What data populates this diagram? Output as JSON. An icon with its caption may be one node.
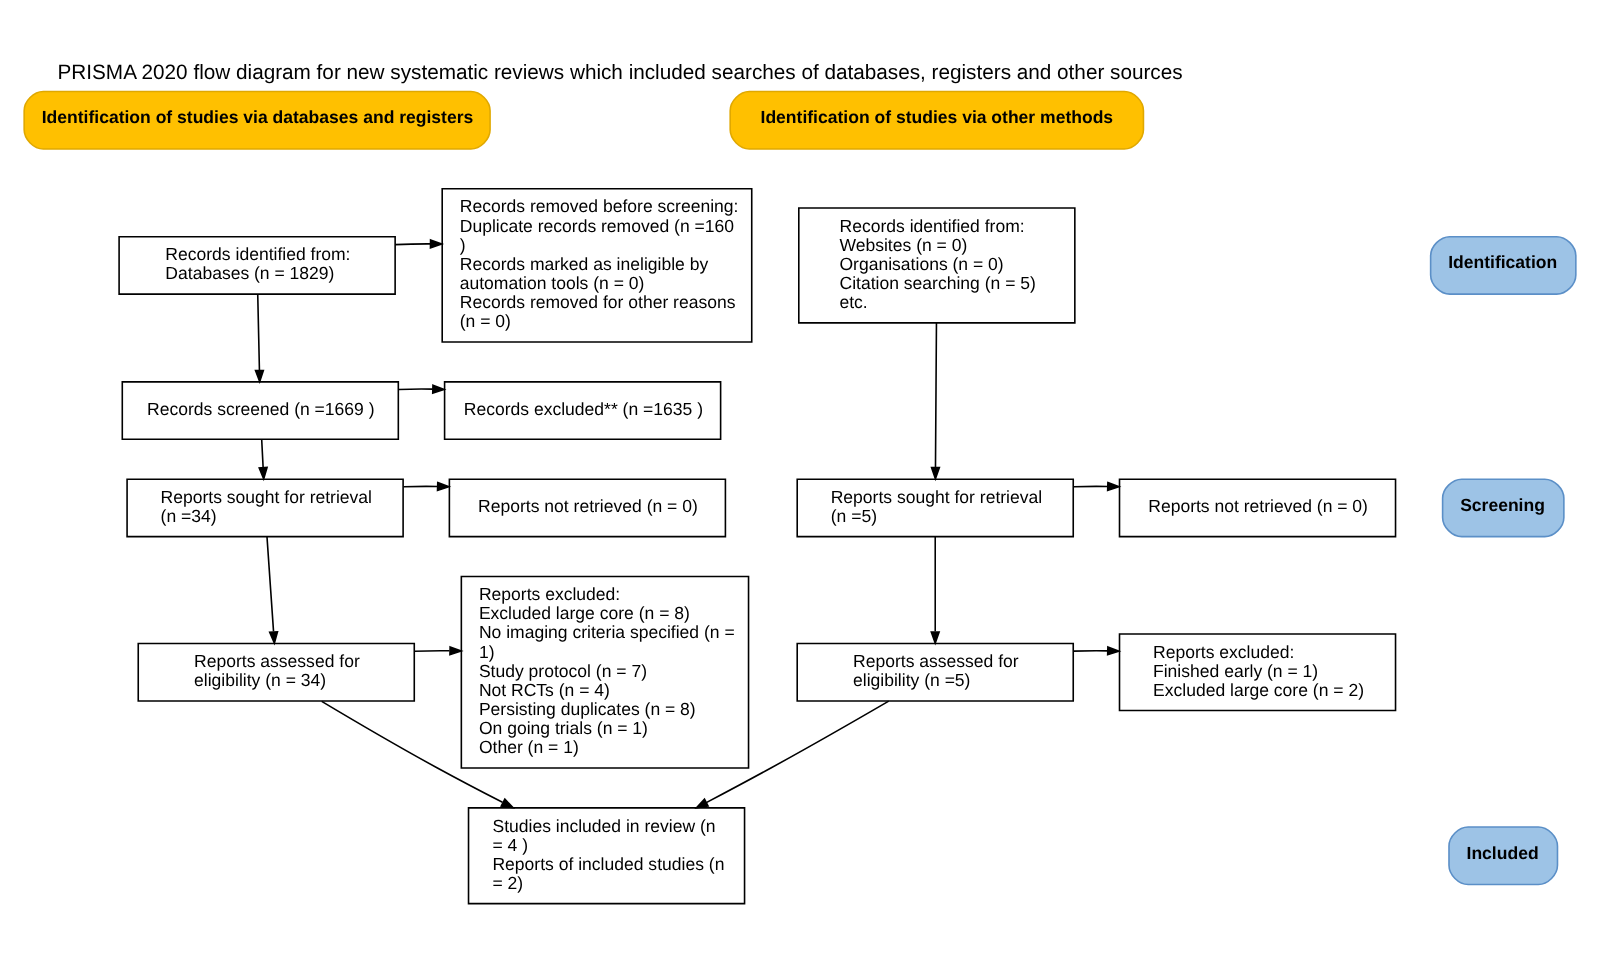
{
  "diagram": {
    "title": "PRISMA 2020 flow diagram for new systematic reviews which included searches of databases, registers and other sources",
    "nodes": [
      {
        "text": [
          "Identification of studies via databases and registers"
        ]
      },
      {
        "text": [
          "Identification of studies via other methods"
        ]
      },
      {
        "text": [
          "Identification"
        ]
      },
      {
        "text": [
          "Screening"
        ]
      },
      {
        "text": [
          "Included"
        ]
      },
      {
        "text": [
          "Records identified from:",
          "Databases (n = 1829)"
        ]
      },
      {
        "text": [
          "Records removed before screening:",
          "Duplicate records removed (n =160 )",
          "Records marked as ineligible by automation tools (n = 0)",
          "Records removed for other reasons (n = 0)"
        ]
      },
      {
        "text": [
          "Records identified from:",
          "Websites (n = 0)",
          "Organisations (n = 0)",
          "Citation searching (n = 5)",
          "etc."
        ]
      },
      {
        "text": [
          "Records screened (n =1669 )"
        ]
      },
      {
        "text": [
          "Records excluded** (n =1635 )"
        ]
      },
      {
        "text": [
          "Reports sought for retrieval (n =34)"
        ]
      },
      {
        "text": [
          "Reports not retrieved (n = 0)"
        ]
      },
      {
        "text": [
          "Reports sought for retrieval (n =5)"
        ]
      },
      {
        "text": [
          "Reports not retrieved (n = 0)"
        ]
      },
      {
        "text": [
          "Reports assessed for eligibility (n = 34)"
        ]
      },
      {
        "text": [
          "Reports excluded:",
          "Excluded large core (n = 8)",
          "No imaging criteria specified (n = 1)",
          "Study protocol (n = 7)",
          "Not RCTs (n = 4)",
          "Persisting duplicates (n = 8)",
          "On going trials (n = 1)",
          "Other (n = 1)"
        ]
      },
      {
        "text": [
          "Reports assessed for eligibility (n =5)"
        ]
      },
      {
        "text": [
          "Reports excluded:",
          "Finished early (n = 1)",
          "Excluded large core (n = 2)"
        ]
      },
      {
        "text": [
          "Studies included in review (n = 4 )",
          "Reports of included studies (n = 2)"
        ]
      }
    ],
    "edges": [
      {
        "from": 5,
        "to": 6,
        "arrow": "to"
      },
      {
        "from": 5,
        "to": 8,
        "arrow": "to"
      },
      {
        "from": 8,
        "to": 9,
        "arrow": "to"
      },
      {
        "from": 8,
        "to": 10,
        "arrow": "to"
      },
      {
        "from": 10,
        "to": 11,
        "arrow": "to"
      },
      {
        "from": 10,
        "to": 14,
        "arrow": "to"
      },
      {
        "from": 14,
        "to": 15,
        "arrow": "to"
      },
      {
        "from": 14,
        "to": 18,
        "arrow": "to"
      },
      {
        "from": 7,
        "to": 12,
        "arrow": "to"
      },
      {
        "from": 12,
        "to": 13,
        "arrow": "to"
      },
      {
        "from": 12,
        "to": 16,
        "arrow": "to"
      },
      {
        "from": 16,
        "to": 17,
        "arrow": "to"
      },
      {
        "from": 16,
        "to": 18,
        "arrow": "to"
      }
    ]
  }
}
